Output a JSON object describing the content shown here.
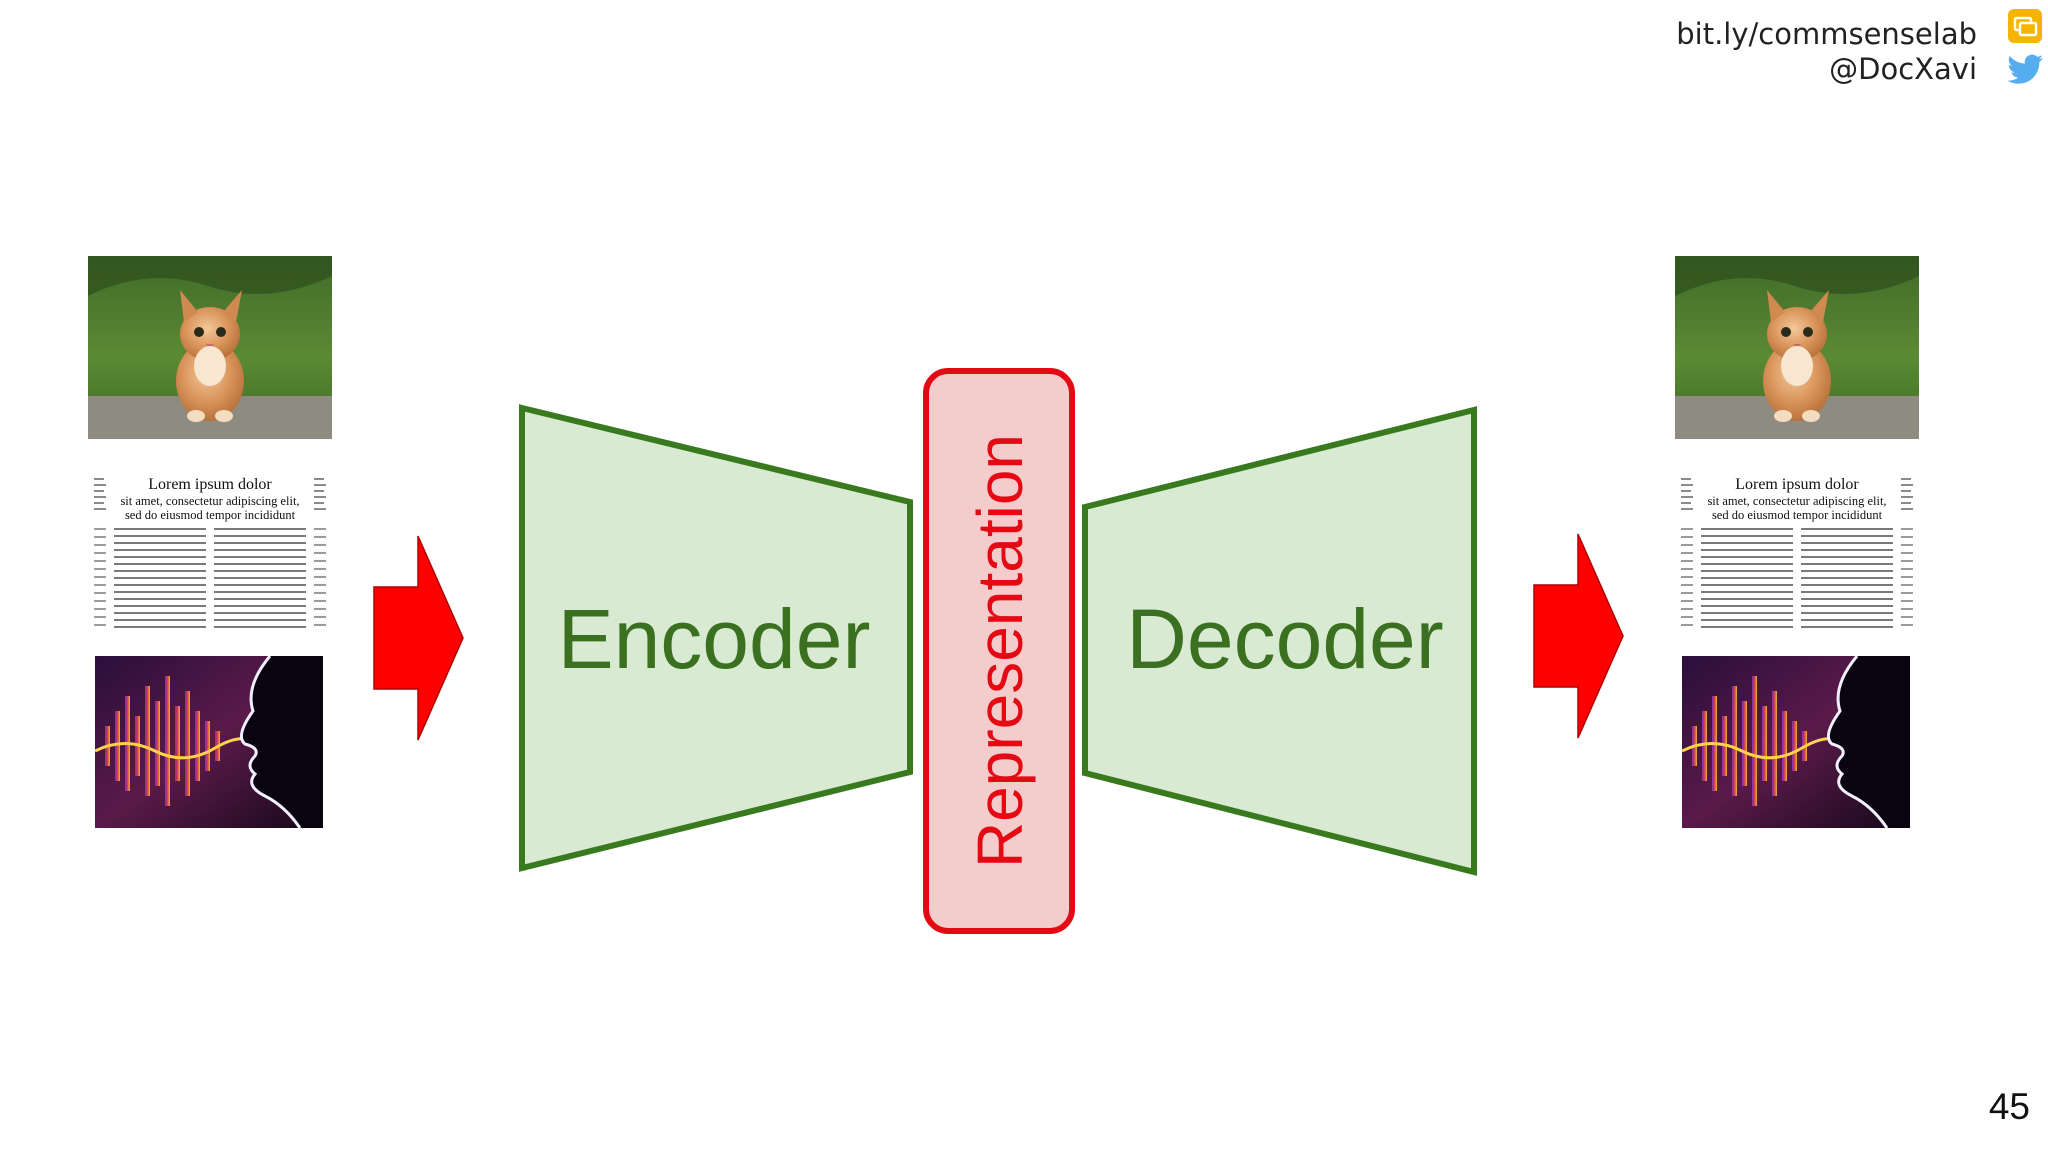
{
  "header": {
    "link": "bit.ly/commsenselab",
    "handle": "@DocXavi",
    "icons": [
      "google-slides-icon",
      "twitter-bird-icon"
    ]
  },
  "diagram": {
    "encoder_label": "Encoder",
    "representation_label": "Representation",
    "decoder_label": "Decoder",
    "colors": {
      "block_fill": "#d9ead3",
      "block_stroke": "#3a7a1f",
      "text_green": "#3a7020",
      "representation_fill": "#f4cccc",
      "representation_stroke": "#e50914",
      "arrow_red": "#ff0000"
    }
  },
  "input_media": {
    "document": {
      "title_line1": "Lorem ipsum dolor",
      "title_line2": "sit amet, consectetur adipiscing elit,",
      "title_line3": "sed do eiusmod tempor incididunt"
    }
  },
  "output_media": {
    "document": {
      "title_line1": "Lorem ipsum dolor",
      "title_line2": "sit amet, consectetur adipiscing elit,",
      "title_line3": "sed do eiusmod tempor incididunt"
    }
  },
  "page_number": "45"
}
